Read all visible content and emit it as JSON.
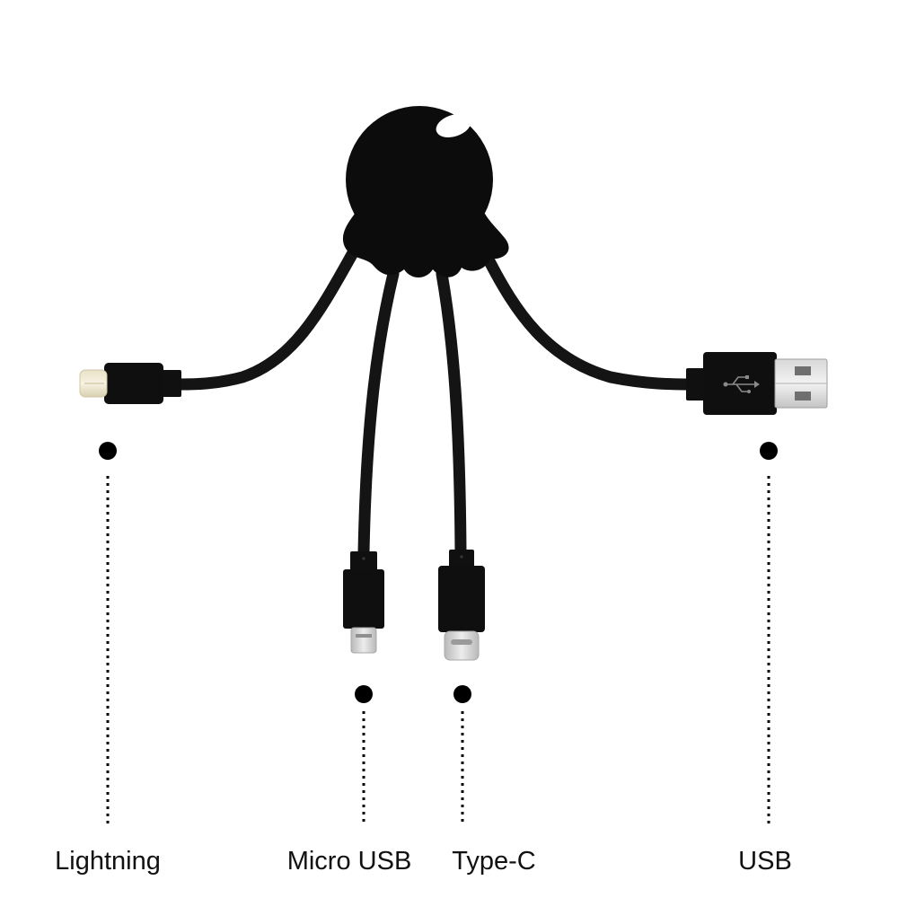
{
  "colors": {
    "background": "#ffffff",
    "body": "#0c0c0c",
    "cable": "#181818",
    "metal": "#c9c9c9",
    "marker": "#000000"
  },
  "connectors": [
    {
      "key": "lightning",
      "label": "Lightning",
      "icon": "lightning-connector-icon"
    },
    {
      "key": "micro-usb",
      "label": "Micro USB",
      "icon": "micro-usb-connector-icon"
    },
    {
      "key": "type-c",
      "label": "Type-C",
      "icon": "usb-c-connector-icon"
    },
    {
      "key": "usb",
      "label": "USB",
      "icon": "usb-a-connector-icon",
      "symbol": "usb-trident-icon"
    }
  ]
}
